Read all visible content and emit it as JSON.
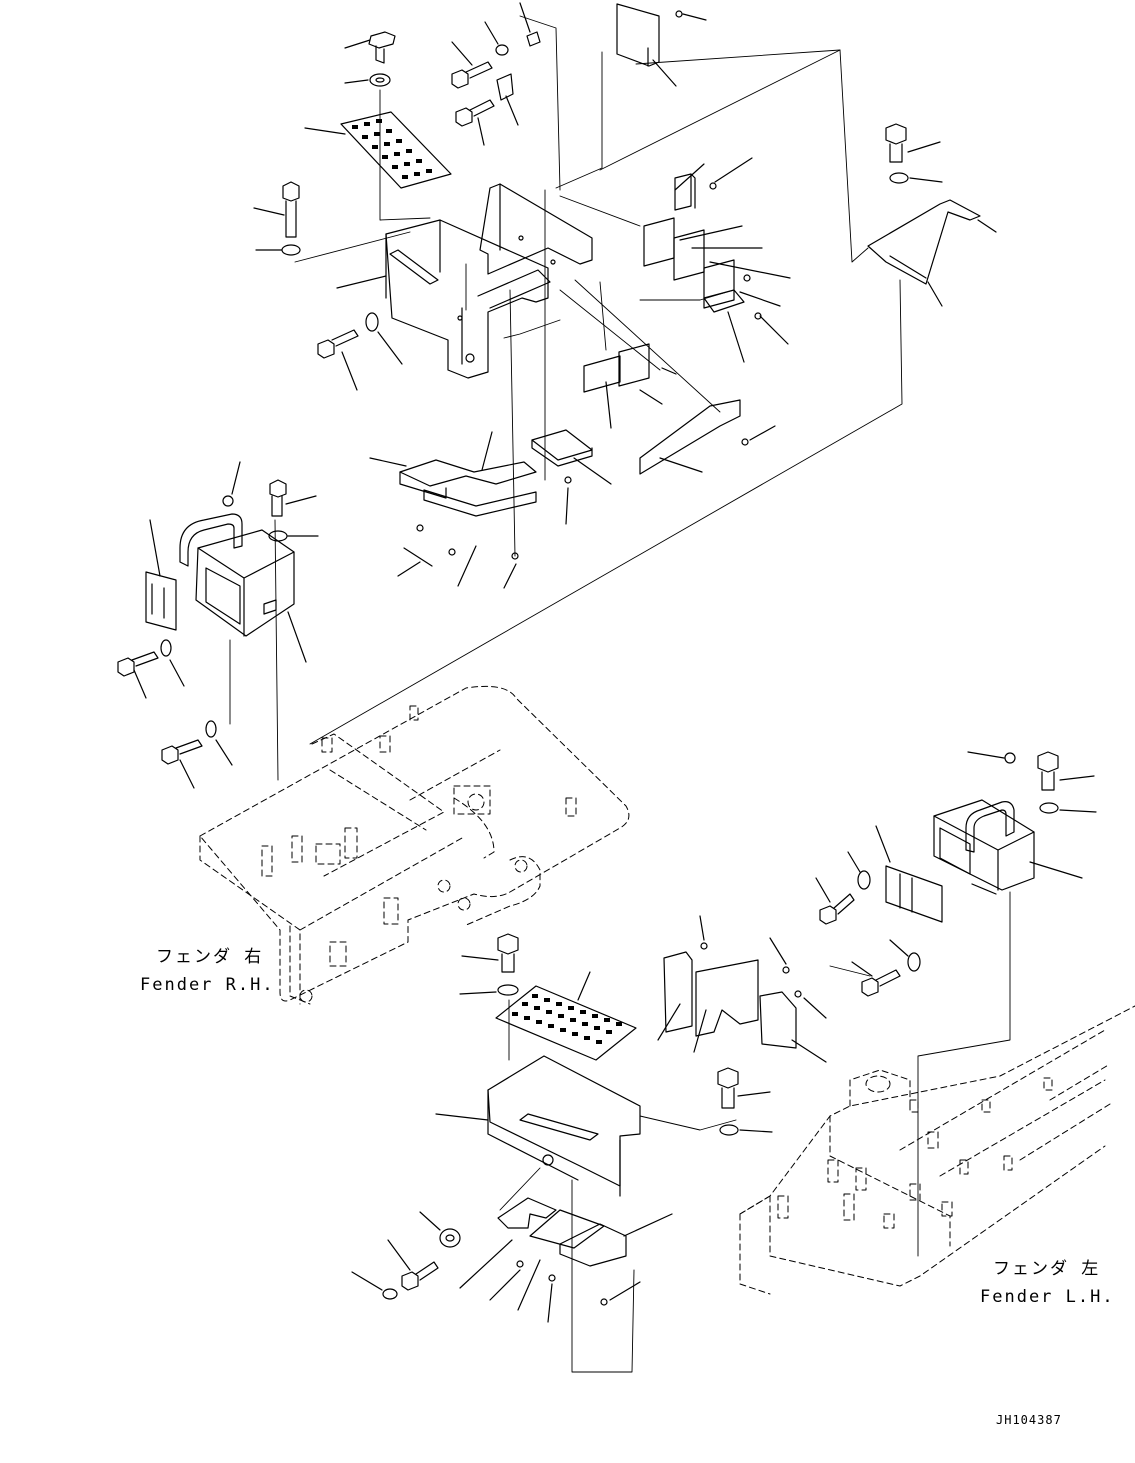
{
  "labels": {
    "fender_rh_jp": "フェンダ 右",
    "fender_rh_en": "Fender R.H.",
    "fender_lh_jp": "フェンダ 左",
    "fender_lh_en": "Fender L.H.",
    "drawing_code": "JH104387"
  }
}
